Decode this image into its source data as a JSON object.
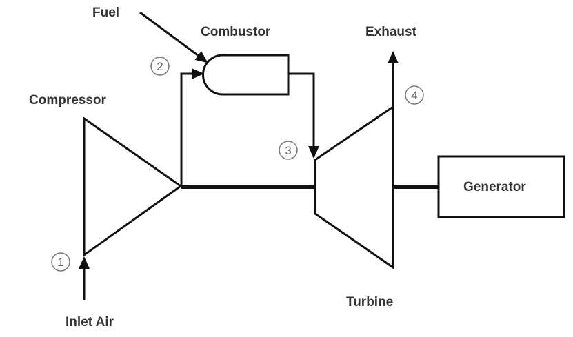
{
  "labels": {
    "fuel": "Fuel",
    "combustor": "Combustor",
    "exhaust": "Exhaust",
    "compressor": "Compressor",
    "generator": "Generator",
    "turbine": "Turbine",
    "inlet_air": "Inlet Air"
  },
  "states": [
    "1",
    "2",
    "3",
    "4"
  ],
  "colors": {
    "line": "#111111",
    "text": "#333333",
    "state_marker": "#666666"
  }
}
